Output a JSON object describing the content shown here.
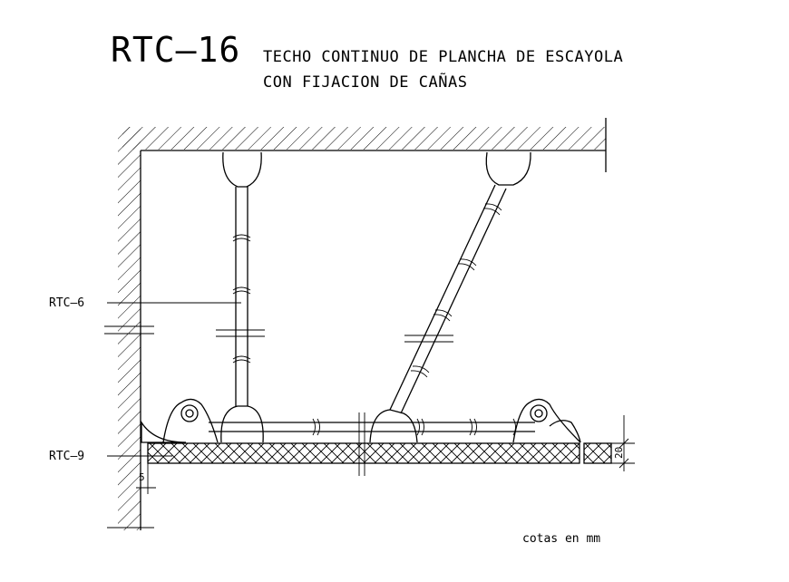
{
  "title": {
    "code": "RTC–16",
    "line1": "TECHO CONTINUO DE PLANCHA DE ESCAYOLA",
    "line2": "CON FIJACION DE CAÑAS"
  },
  "labels": {
    "cane_ref": "RTC–6",
    "plate_ref": "RTC–9",
    "dim_plate": "20",
    "dim_gap": "5",
    "units_note": "cotas en mm"
  }
}
